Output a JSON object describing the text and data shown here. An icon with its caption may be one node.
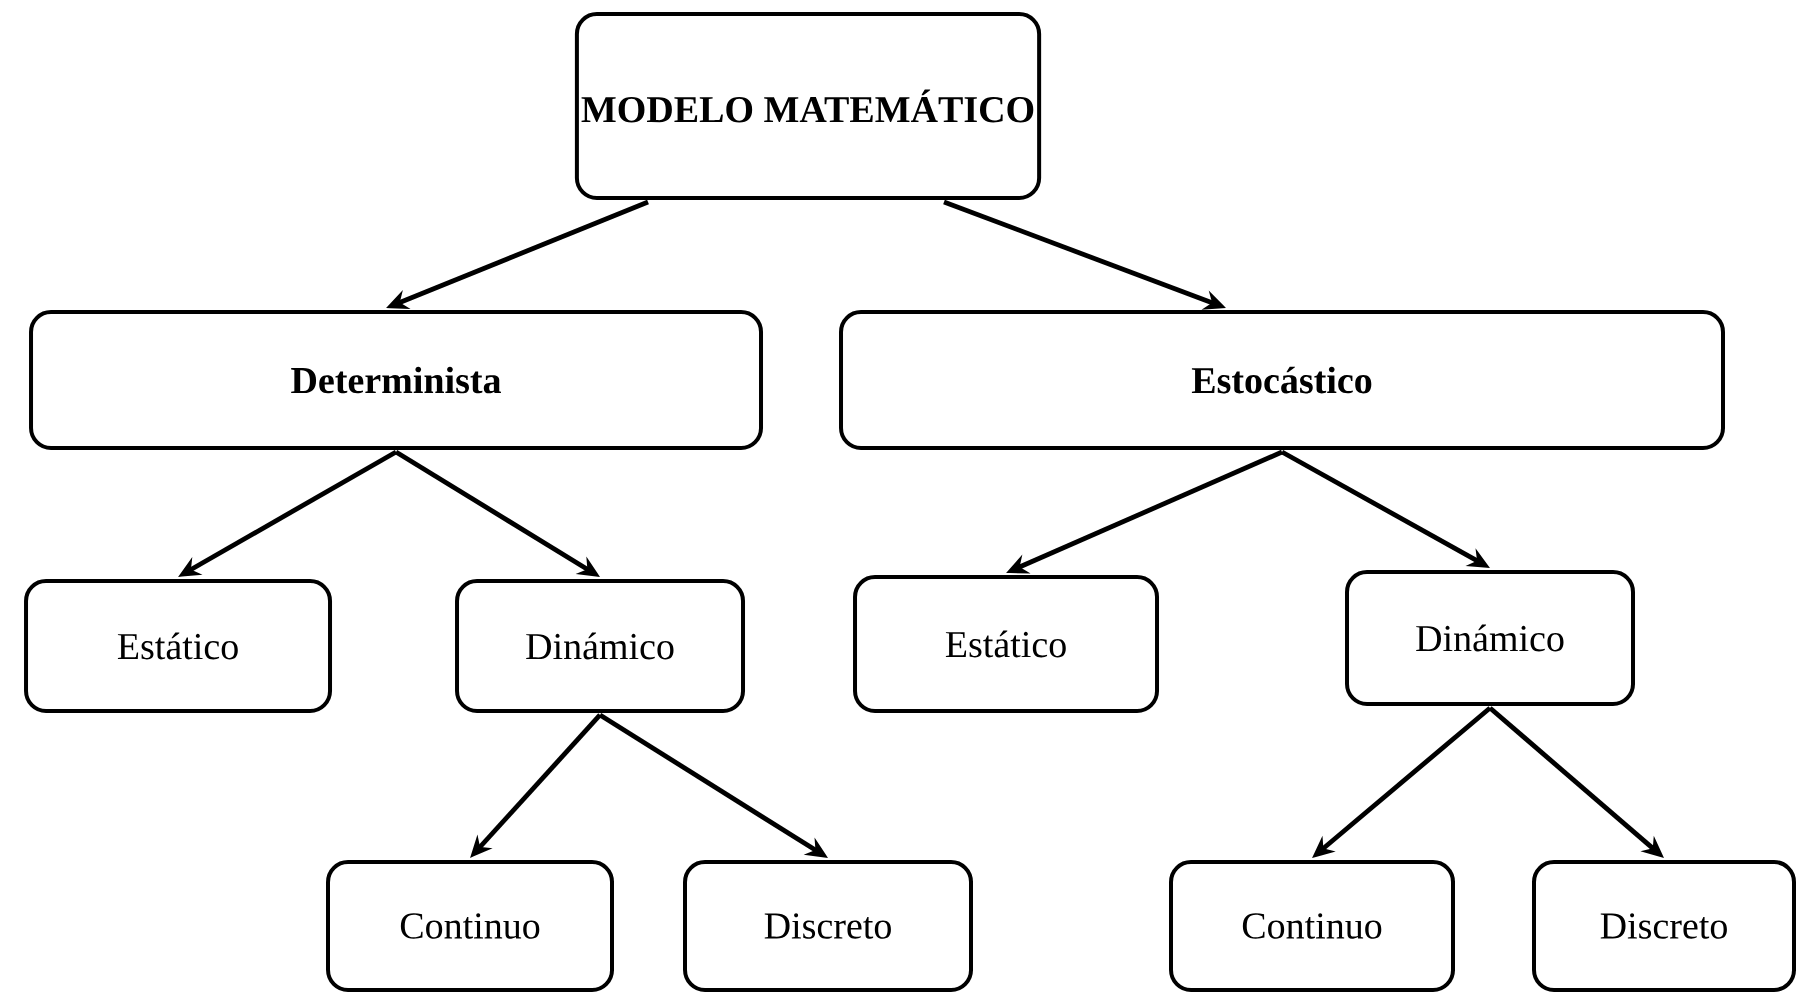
{
  "diagram": {
    "nodes": [
      {
        "text": [
          "MODELO MATEMÁTICO"
        ]
      },
      {
        "text": [
          "Determinista"
        ]
      },
      {
        "text": [
          "Estocástico"
        ]
      },
      {
        "text": [
          "Estático"
        ]
      },
      {
        "text": [
          "Dinámico"
        ]
      },
      {
        "text": [
          "Estático"
        ]
      },
      {
        "text": [
          "Dinámico"
        ]
      },
      {
        "text": [
          "Continuo"
        ]
      },
      {
        "text": [
          "Discreto"
        ]
      },
      {
        "text": [
          "Continuo"
        ]
      },
      {
        "text": [
          "Discreto"
        ]
      }
    ],
    "edges": [
      {
        "from": 0,
        "to": 1,
        "arrow": "to"
      },
      {
        "from": 0,
        "to": 2,
        "arrow": "to"
      },
      {
        "from": 1,
        "to": 3,
        "arrow": "to"
      },
      {
        "from": 1,
        "to": 4,
        "arrow": "to"
      },
      {
        "from": 2,
        "to": 5,
        "arrow": "to"
      },
      {
        "from": 2,
        "to": 6,
        "arrow": "to"
      },
      {
        "from": 4,
        "to": 7,
        "arrow": "to"
      },
      {
        "from": 4,
        "to": 8,
        "arrow": "to"
      },
      {
        "from": 6,
        "to": 9,
        "arrow": "to"
      },
      {
        "from": 6,
        "to": 10,
        "arrow": "to"
      }
    ]
  }
}
